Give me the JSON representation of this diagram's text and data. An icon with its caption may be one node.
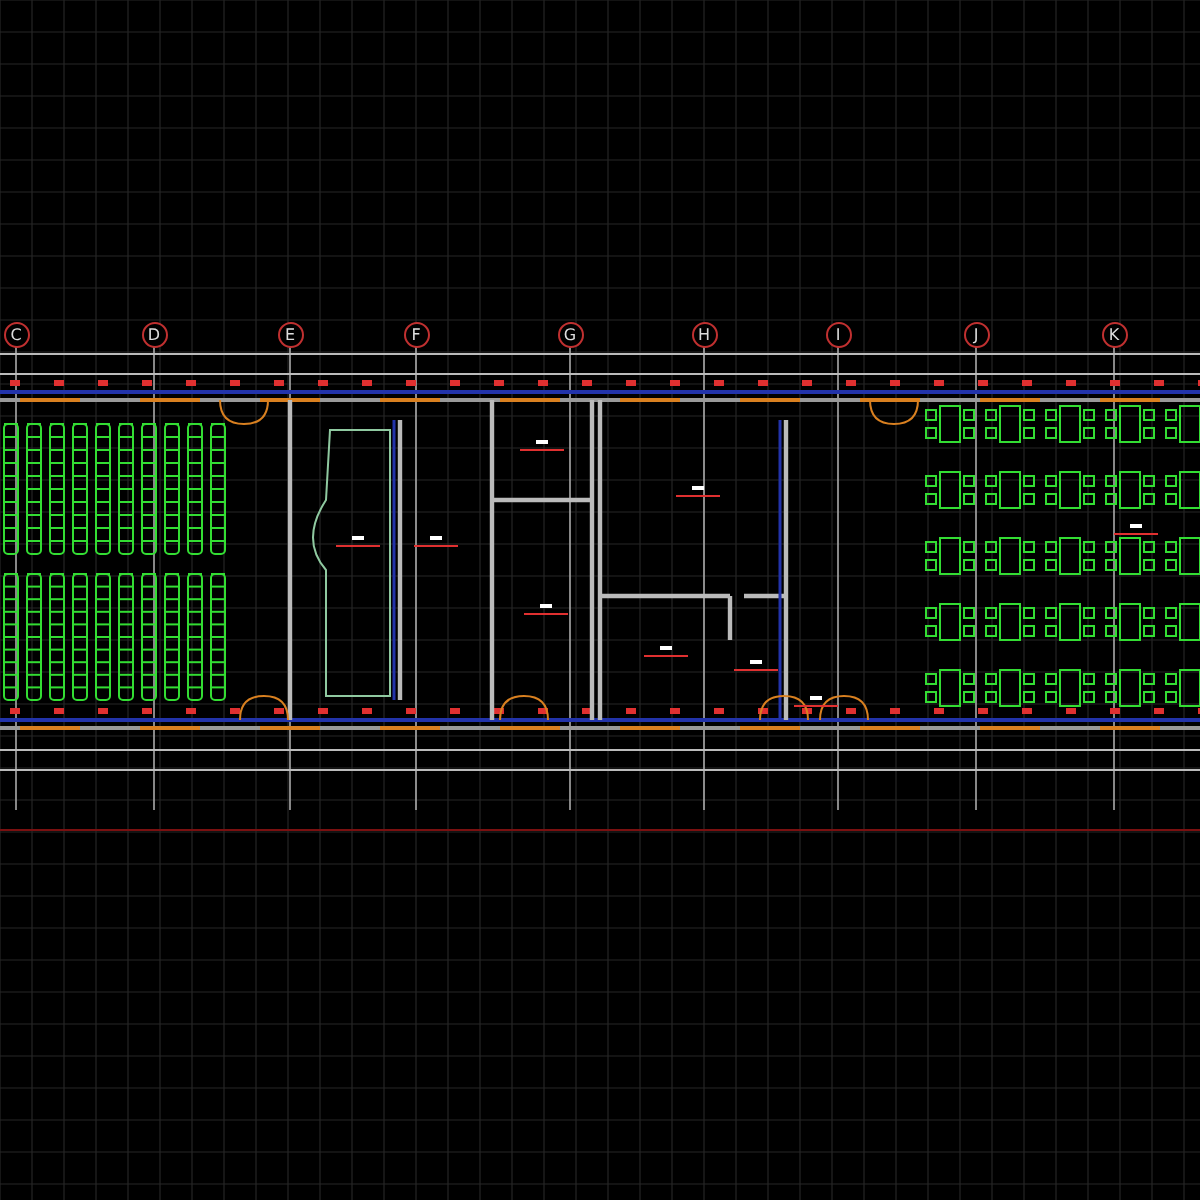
{
  "diagram": {
    "labels": [
      "C",
      "D",
      "E",
      "F",
      "G",
      "H",
      "I",
      "J",
      "K"
    ]
  }
}
